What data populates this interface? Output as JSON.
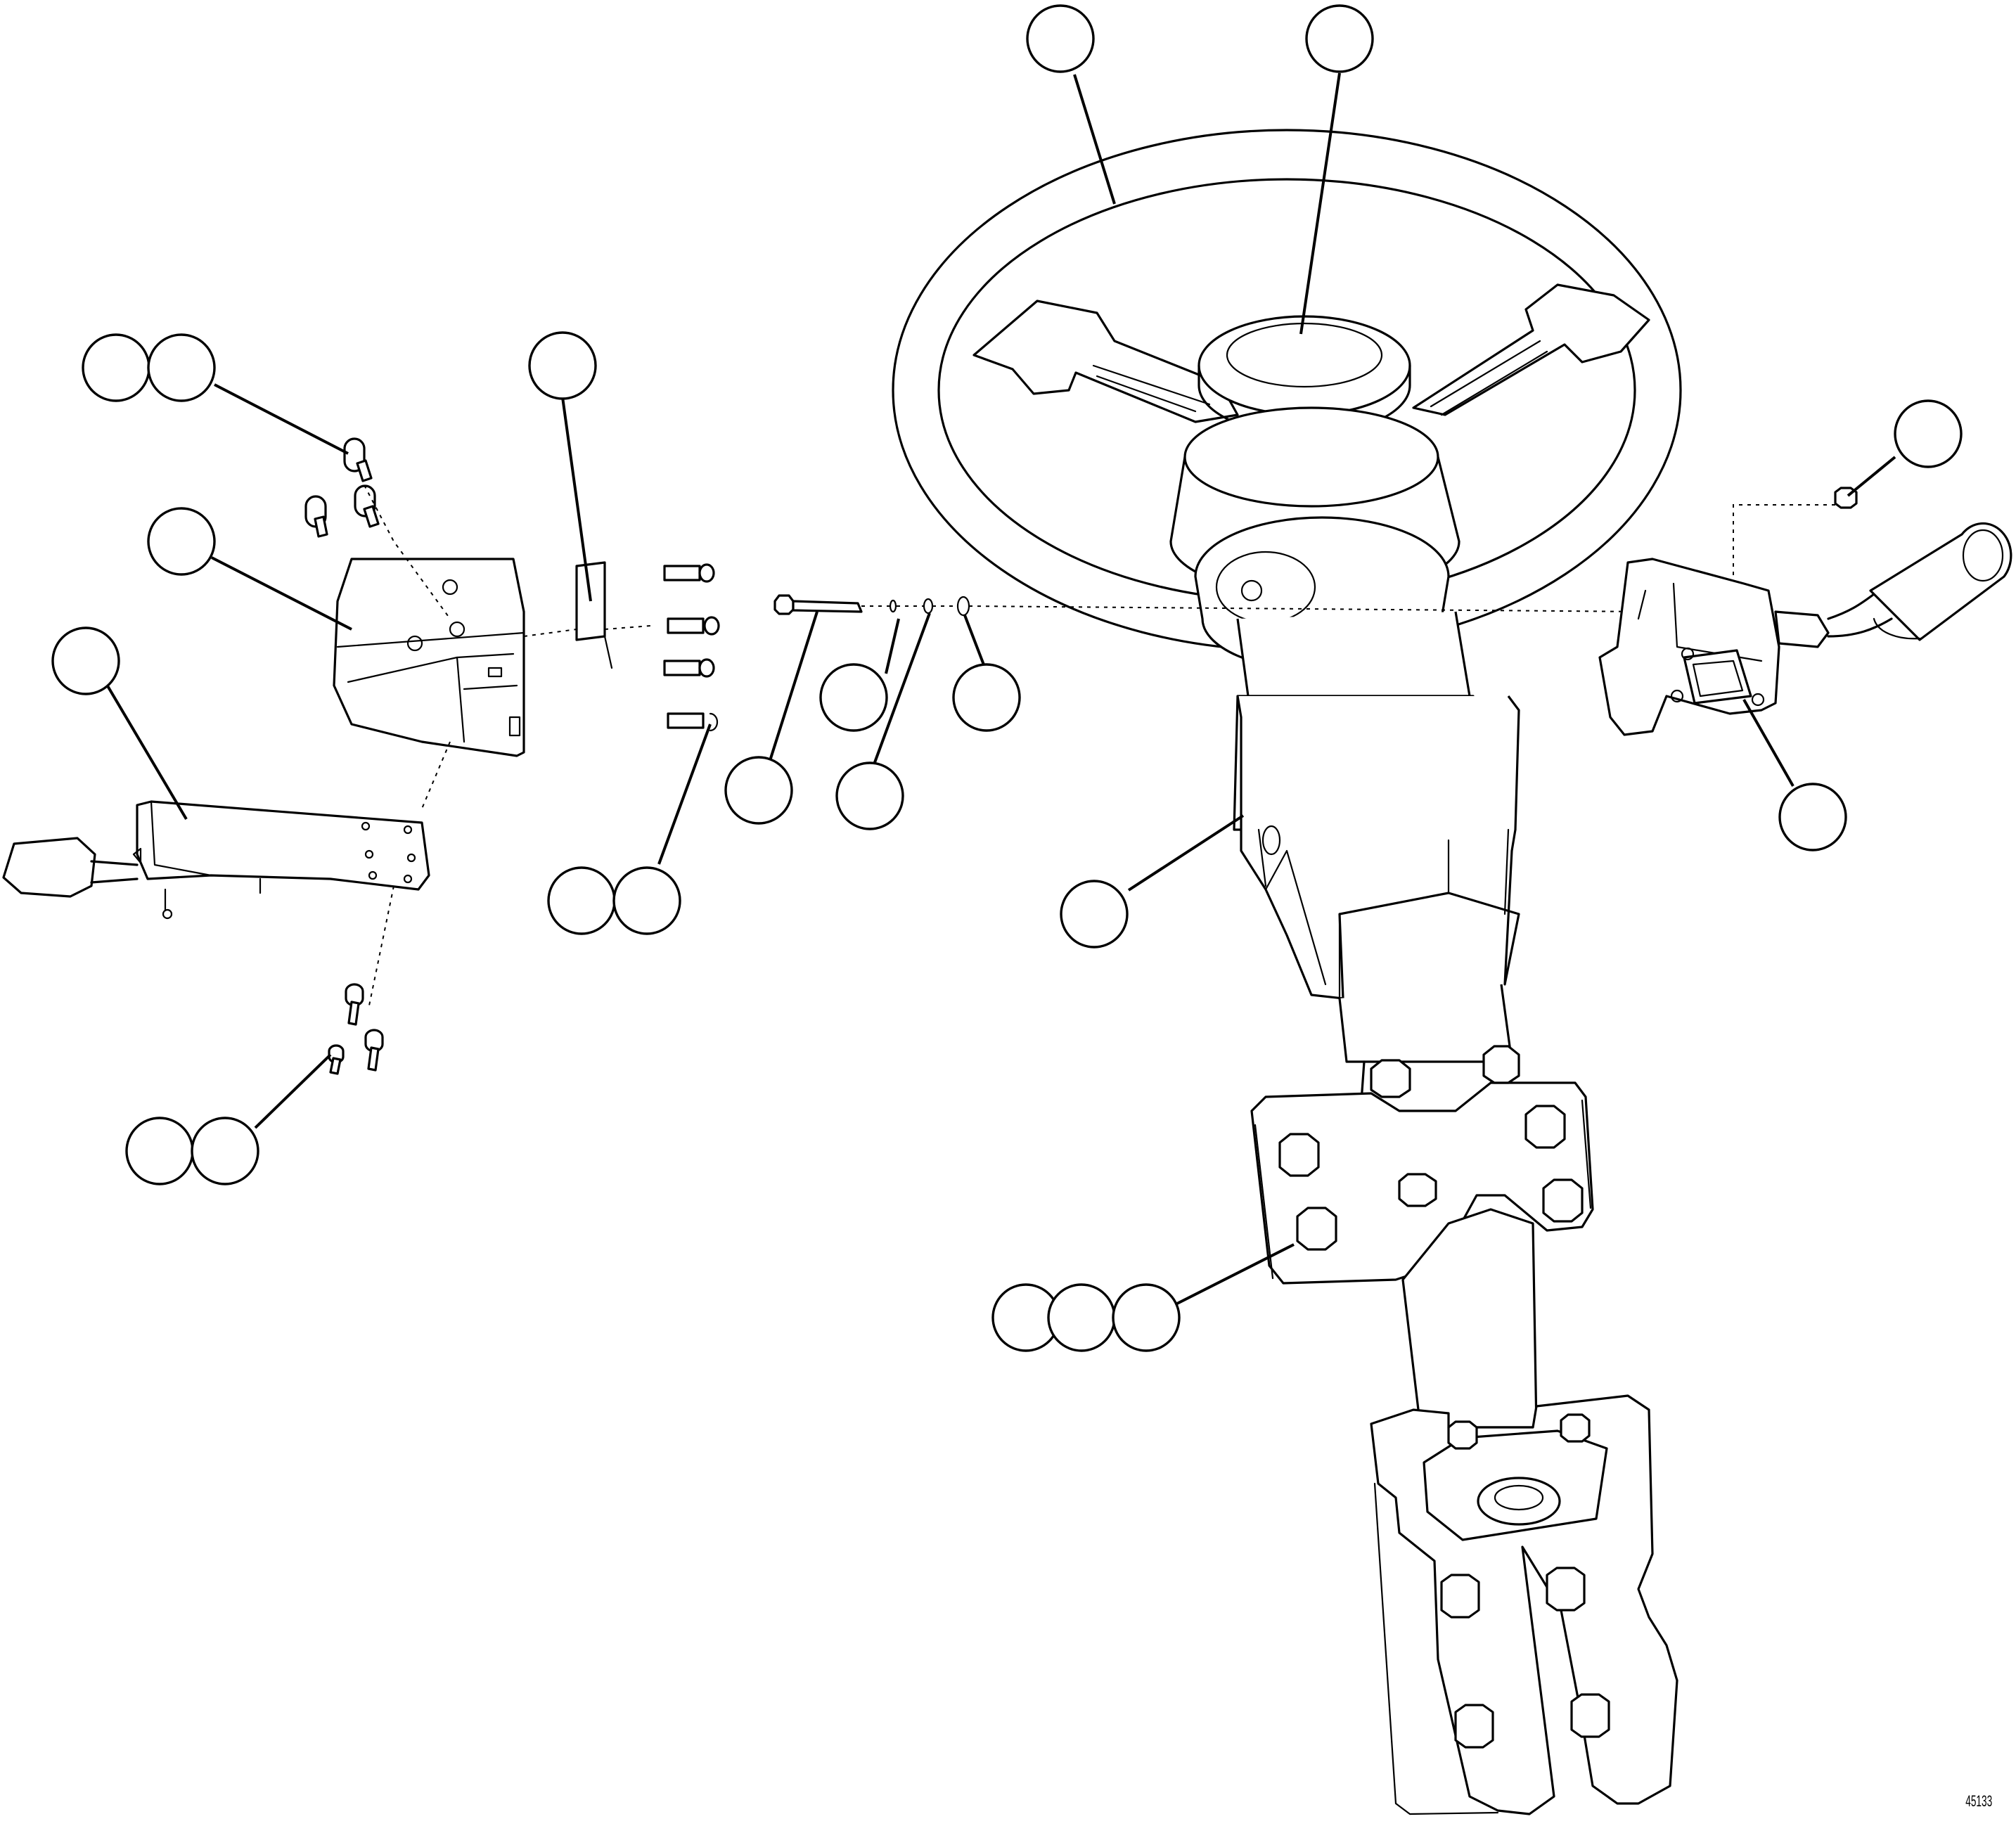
{
  "figure": {
    "figure_number": "45133",
    "callouts": [
      {
        "id": "wheel-rim-callout"
      },
      {
        "id": "hub-cap-callout"
      },
      {
        "id": "screw-a-callout"
      },
      {
        "id": "screw-b-callout"
      },
      {
        "id": "decal-callout"
      },
      {
        "id": "nut-callout"
      },
      {
        "id": "cover-callout"
      },
      {
        "id": "lever-callout"
      },
      {
        "id": "washer-1-callout"
      },
      {
        "id": "washer-2-callout"
      },
      {
        "id": "bolt-callout"
      },
      {
        "id": "washer-3-callout"
      },
      {
        "id": "screws-c-callout"
      },
      {
        "id": "screws-d-callout"
      },
      {
        "id": "switch-callout"
      },
      {
        "id": "column-shroud-callout"
      },
      {
        "id": "lower-screw-a-callout"
      },
      {
        "id": "lower-screw-b-callout"
      },
      {
        "id": "mount-bolt-a-callout"
      },
      {
        "id": "mount-bolt-b-callout"
      },
      {
        "id": "mount-bolt-c-callout"
      }
    ]
  }
}
